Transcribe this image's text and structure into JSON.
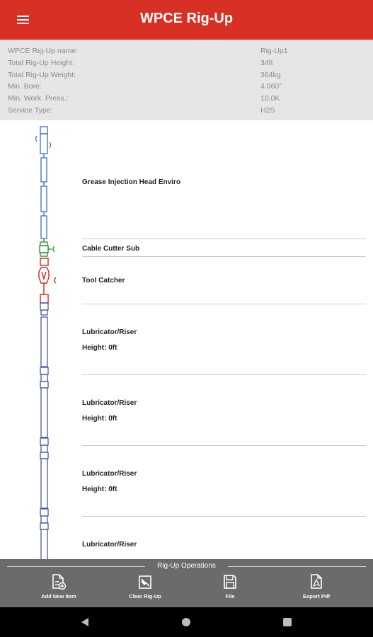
{
  "app": {
    "title": "WPCE Rig-Up"
  },
  "summary": {
    "rows": [
      {
        "label": "WPCE Rig-Up name:",
        "value": "Rig-Up1"
      },
      {
        "label": "Total Rig-Up Height:",
        "value": "34ft"
      },
      {
        "label": "Total Rig-Up Weight:",
        "value": "364kg"
      },
      {
        "label": "Min. Bore:",
        "value": "4.060\""
      },
      {
        "label": "Min. Work. Press.:",
        "value": "10.0K"
      },
      {
        "label": "Service Type:",
        "value": "H2S"
      }
    ]
  },
  "items": [
    {
      "name": "Grease Injection Head Enviro",
      "height": ""
    },
    {
      "name": "Cable Cutter Sub",
      "height": ""
    },
    {
      "name": "Tool Catcher",
      "height": ""
    },
    {
      "name": "Lubricator/Riser",
      "height": "Height: 0ft"
    },
    {
      "name": "Lubricator/Riser",
      "height": "Height: 0ft"
    },
    {
      "name": "Lubricator/Riser",
      "height": "Height: 0ft"
    },
    {
      "name": "Lubricator/Riser",
      "height": ""
    }
  ],
  "operations": {
    "title": "Rig-Up Operations",
    "buttons": [
      {
        "label": "Add New Item",
        "icon": "add-file-icon"
      },
      {
        "label": "Clear Rig-Up",
        "icon": "clear-icon"
      },
      {
        "label": "File",
        "icon": "save-icon"
      },
      {
        "label": "Export Pdf",
        "icon": "pdf-icon"
      }
    ]
  },
  "colors": {
    "appbar": "#d93025",
    "grease_head": "#2f6fd1",
    "cable_cutter": "#2e9a2e",
    "tool_catcher": "#e02020",
    "lubricator": "#3f4aa0"
  }
}
